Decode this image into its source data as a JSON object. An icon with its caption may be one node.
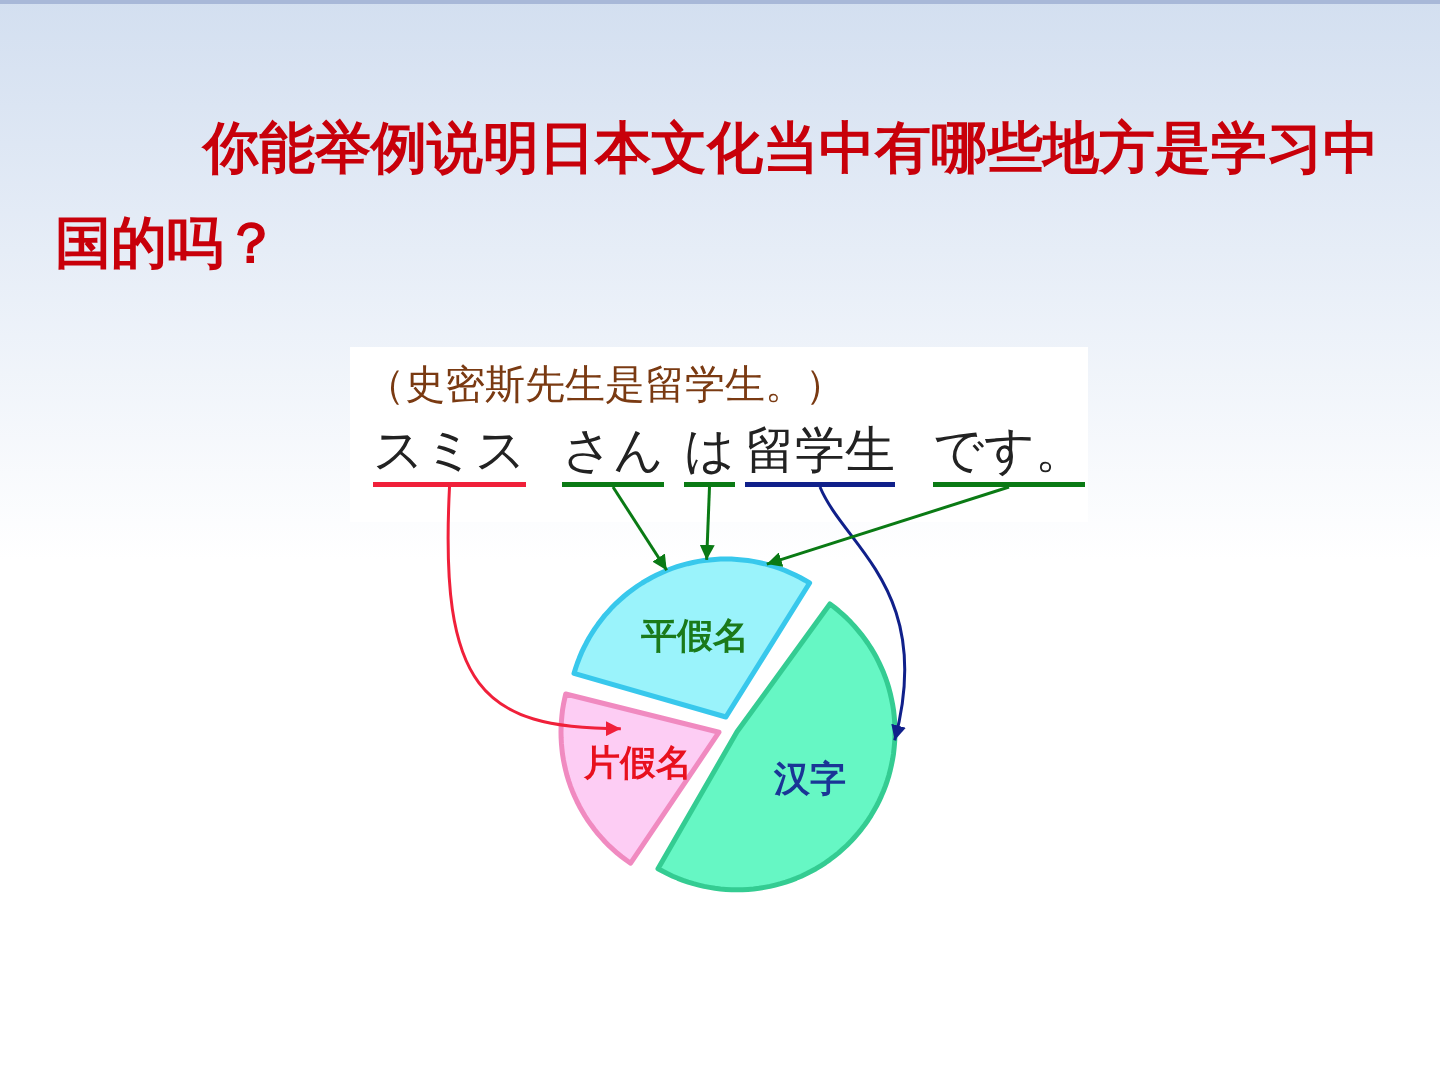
{
  "diagram": {
    "title": "你能举例说明日本文化当中有哪些地方是学习中国的吗？",
    "nodes": [
      {
        "text": [
          "スミス"
        ]
      },
      {
        "text": [
          "さん"
        ]
      },
      {
        "text": [
          "は"
        ]
      },
      {
        "text": [
          "留学生"
        ]
      },
      {
        "text": [
          "です。"
        ]
      },
      {
        "text": [
          "平假名"
        ]
      },
      {
        "text": [
          "片假名"
        ]
      },
      {
        "text": [
          "汉字"
        ]
      }
    ],
    "edges": [
      {
        "from": 0,
        "to": 6,
        "arrow": "to",
        "color": "#f0203a"
      },
      {
        "from": 1,
        "to": 5,
        "arrow": "to"
      },
      {
        "from": 2,
        "to": 5,
        "arrow": "to"
      },
      {
        "from": 3,
        "to": 7,
        "arrow": "to",
        "color": "#10208a"
      },
      {
        "from": 4,
        "to": 5,
        "arrow": "to"
      }
    ],
    "labels": [
      "（史密斯先生是留学生。）"
    ]
  }
}
